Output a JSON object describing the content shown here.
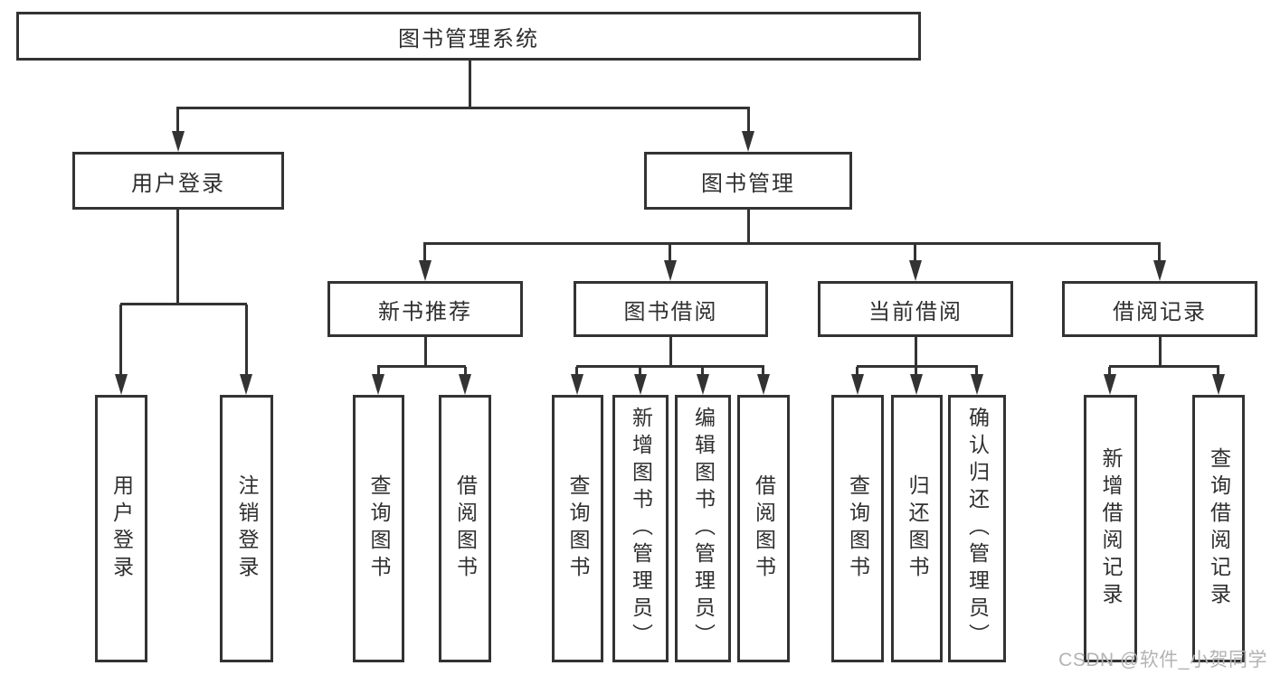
{
  "colors": {
    "line": "#333333",
    "text": "#2f2f2f",
    "watermark": "#b3b3b3",
    "bg": "#ffffff"
  },
  "diagram": {
    "root": "图书管理系统",
    "branches": [
      "用户登录",
      "图书管理"
    ],
    "modules": [
      "新书推荐",
      "图书借阅",
      "当前借阅",
      "借阅记录"
    ],
    "leaves": [
      "用户登录",
      "注销登录",
      "查询图书",
      "借阅图书",
      "查询图书",
      "新增图书（管理员）",
      "编辑图书（管理员）",
      "借阅图书",
      "查询图书",
      "归还图书",
      "确认归还（管理员）",
      "新增借阅记录",
      "查询借阅记录"
    ]
  },
  "watermark": "CSDN @软件_小贺同学"
}
